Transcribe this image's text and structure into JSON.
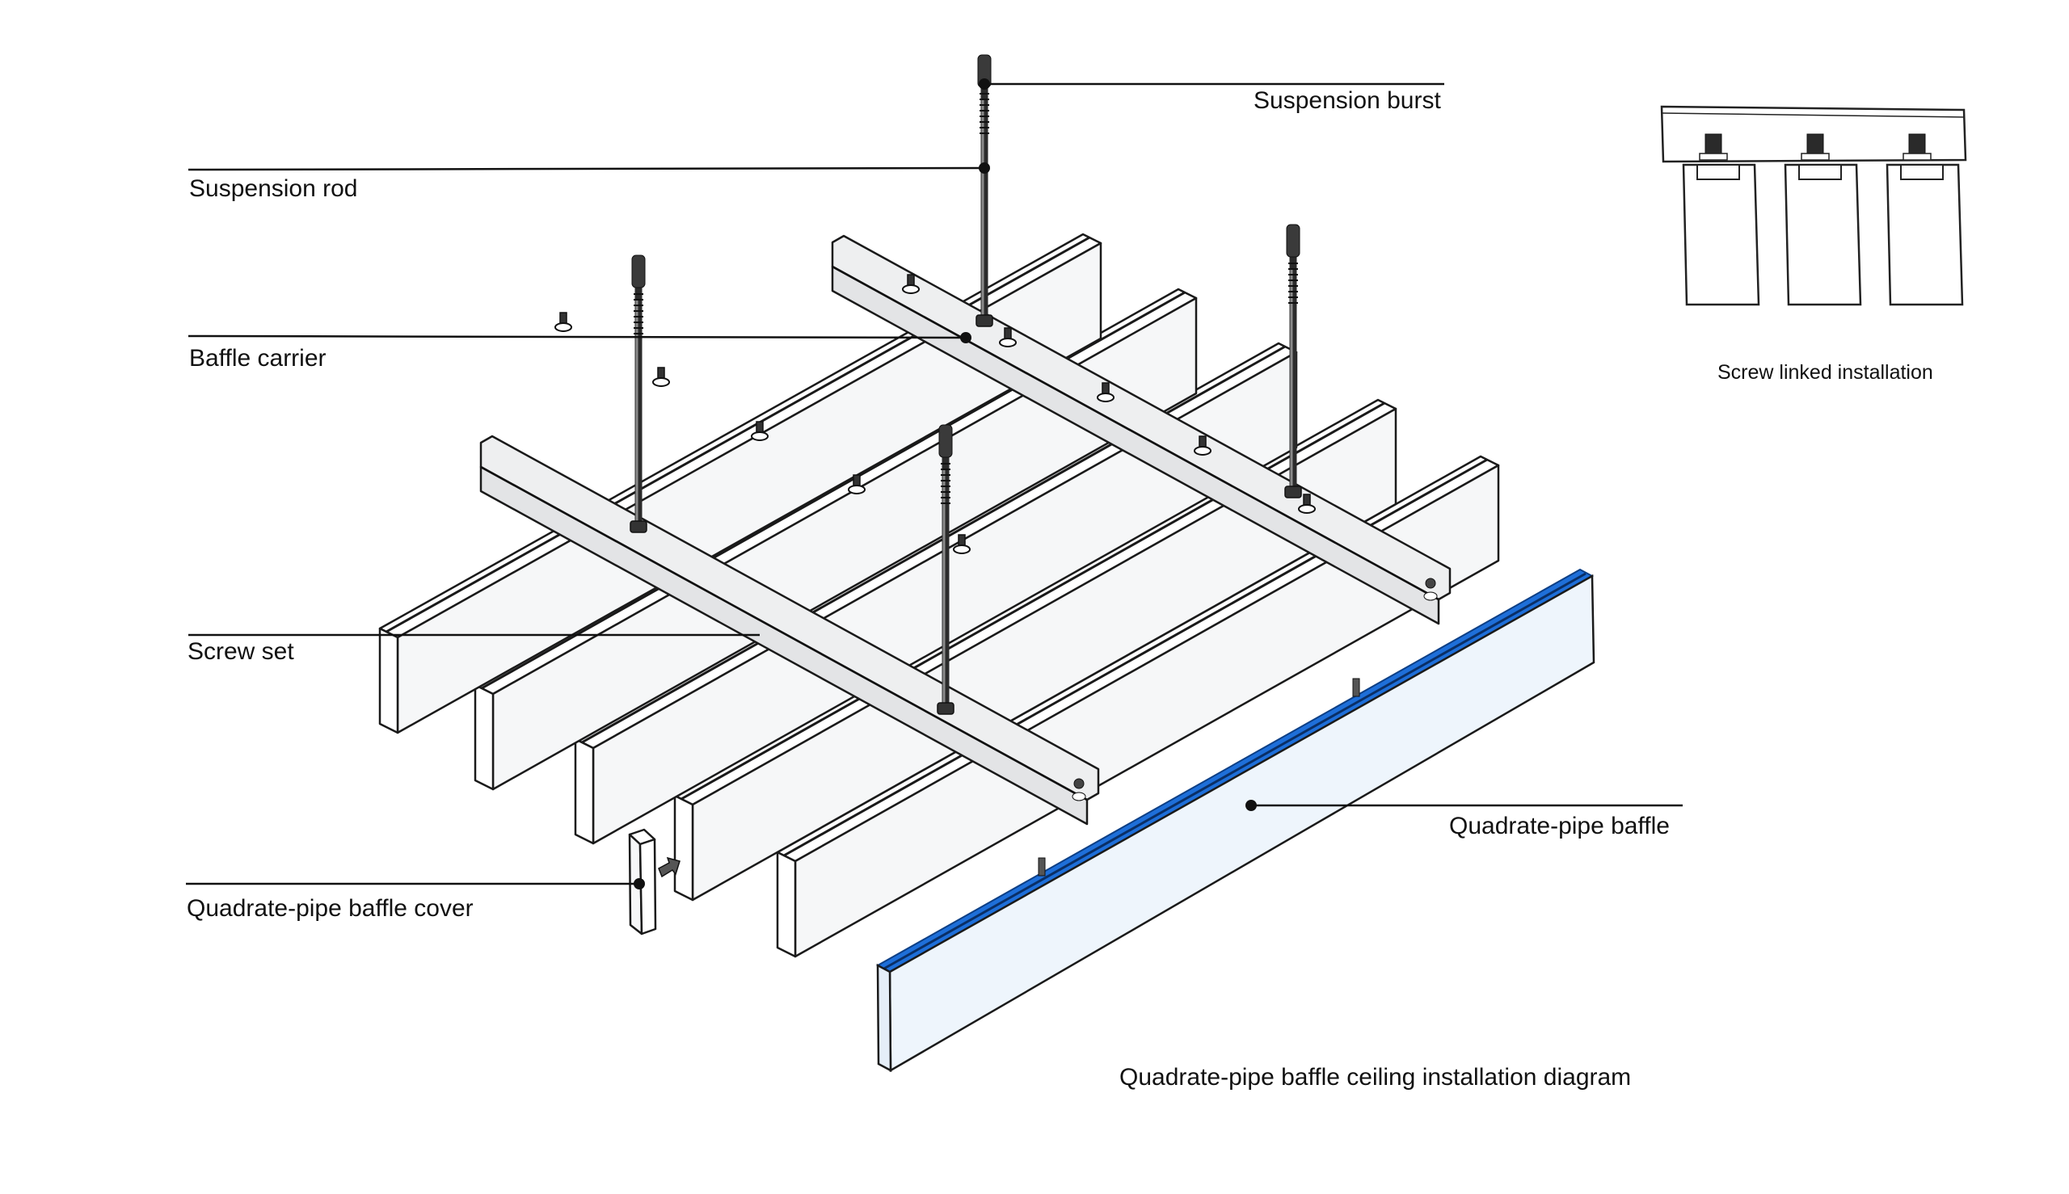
{
  "diagram": {
    "title": "Quadrate-pipe baffle ceiling installation diagram",
    "labels": {
      "suspension_burst": "Suspension burst",
      "suspension_rod": "Suspension rod",
      "baffle_carrier": "Baffle carrier",
      "screw_set": "Screw set",
      "baffle_cover": "Quadrate-pipe baffle cover",
      "baffle": "Quadrate-pipe baffle"
    },
    "inset": {
      "caption": "Screw linked installation",
      "baffle_count": 3
    },
    "colors": {
      "highlight_baffle": "#1e6fd9",
      "highlight_baffle_face": "#eef5fc",
      "line": "#111111"
    },
    "counts": {
      "baffles_installed": 5,
      "carriers": 2,
      "suspension_rods": 4
    }
  }
}
